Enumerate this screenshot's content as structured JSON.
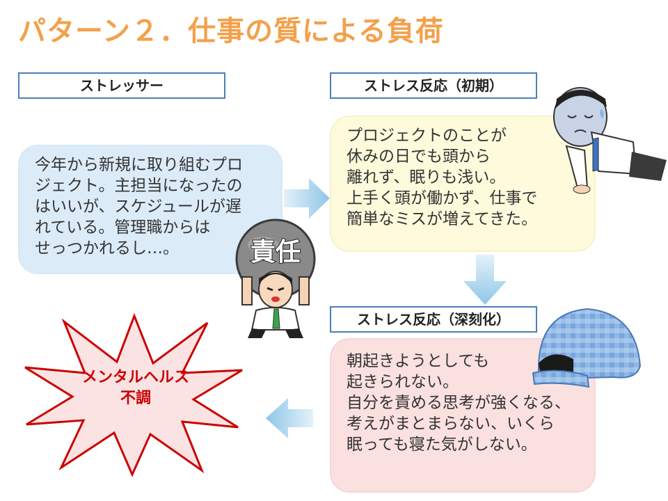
{
  "title": "パターン２．仕事の質による負荷",
  "labels": {
    "stressor": "ストレッサー",
    "early": "ストレス反応（初期）",
    "severe": "ストレス反応（深刻化）"
  },
  "bubbles": {
    "stressor": "今年から新規に取り組むプロ\nジェクト。主担当になったの\nはいいが、スケジュールが遅\nれている。管理職からは\nせっつかれるし…。",
    "early": "プロジェクトのことが\n休みの日でも頭から\n離れず、眠りも浅い。\n上手く頭が働かず、仕事で\n簡単なミスが増えてきた。",
    "severe": "朝起きようとしても\n起きられない。\n自分を責める思考が強くなる、\n考えがまとまらない、いくら\n眠っても寝た気がしない。"
  },
  "illustrations": {
    "burden_text": "責任"
  },
  "outcome": {
    "line1": "メンタルヘルス",
    "line2": "不調"
  },
  "colors": {
    "title": "#f4a04a",
    "label_border": "#4a7fb5",
    "bubble_blue": "#dcebf8",
    "bubble_yellow": "#fdfbdc",
    "bubble_pink": "#fbe0e0",
    "arrow": "#a9d3ec",
    "burst_border": "#cc0000",
    "burst_text": "#cc0000"
  }
}
